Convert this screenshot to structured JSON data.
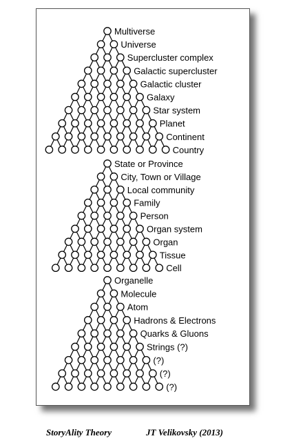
{
  "sections": [
    {
      "rows": 10,
      "labels": [
        "Multiverse",
        "Universe",
        "Supercluster complex",
        "Galactic supercluster",
        "Galactic cluster",
        "Galaxy",
        "Star system",
        "Planet",
        "Continent",
        "Country"
      ]
    },
    {
      "rows": 9,
      "labels": [
        "State or Province",
        "City, Town or Village",
        "Local community",
        "Family",
        "Person",
        "Organ system",
        "Organ",
        "Tissue",
        "Cell"
      ]
    },
    {
      "rows": 9,
      "labels": [
        "Organelle",
        "Molecule",
        "Atom",
        "Hadrons & Electrons",
        "Quarks & Gluons",
        "Strings (?)",
        "(?)",
        "(?)",
        "(?)"
      ]
    }
  ],
  "caption": {
    "left": "StoryAlity Theory",
    "right": "JT Velikovsky (2013)"
  },
  "colors": {
    "node_stroke": "#000000",
    "node_fill": "#ffffff",
    "text": "#000000"
  }
}
